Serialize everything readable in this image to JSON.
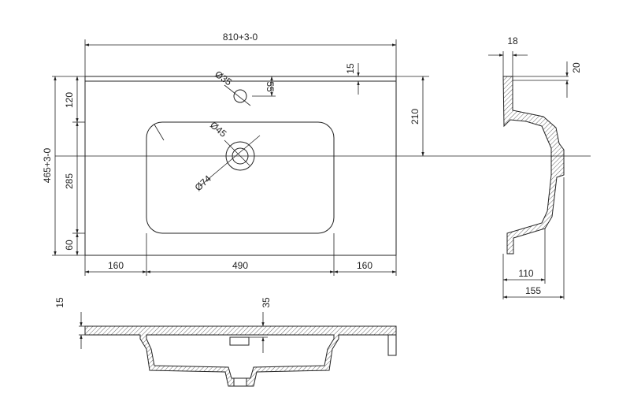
{
  "drawing": {
    "top_view": {
      "overall_width": "810+3-0",
      "overall_depth": "465+3-0",
      "dim_120": "120",
      "dim_285": "285",
      "dim_60": "60",
      "dim_160_left": "160",
      "dim_490": "490",
      "dim_160_right": "160",
      "dim_210": "210",
      "dim_15": "15",
      "dim_55": "55",
      "tap_hole": "Ø35",
      "drain_hole": "Ø45",
      "drain_outer": "Ø74"
    },
    "side_view": {
      "dim_18": "18",
      "dim_20": "20",
      "dim_110": "110",
      "dim_155": "155"
    },
    "front_section": {
      "dim_15": "15",
      "dim_35": "35"
    }
  }
}
